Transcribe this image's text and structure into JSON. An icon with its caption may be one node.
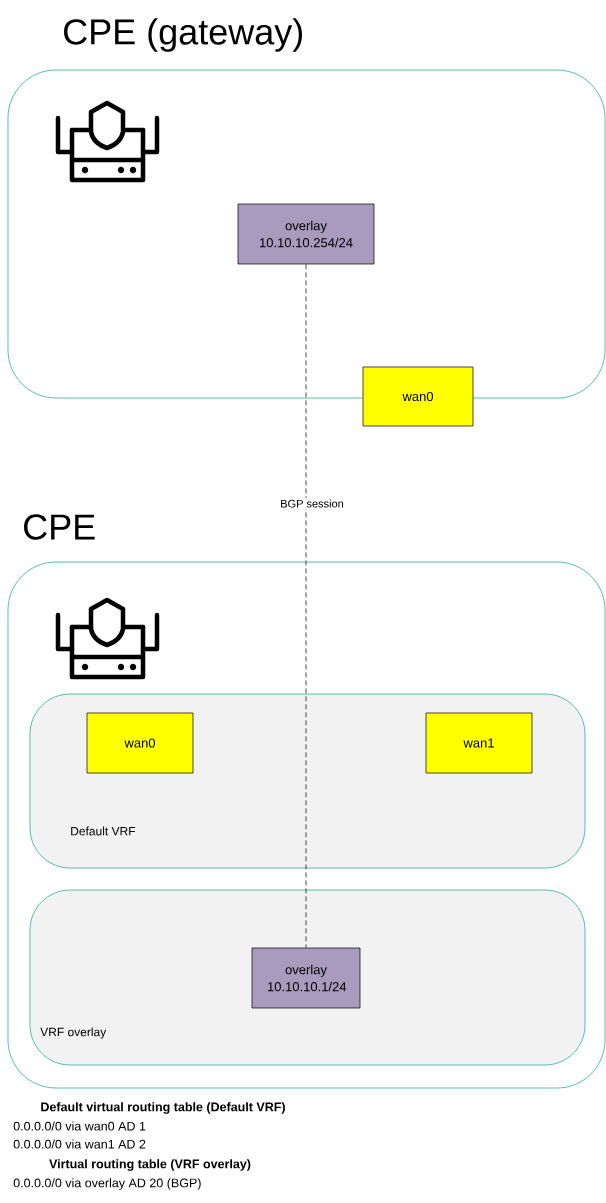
{
  "diagram": {
    "nodes": [
      {
        "text": [
          "CPE (gateway)"
        ]
      },
      {
        "text": [
          "overlay 10.10.10.254/24"
        ],
        "in": 0
      },
      {
        "text": [
          "wan0"
        ]
      },
      {
        "text": [
          "CPE"
        ]
      },
      {
        "text": [
          "Default VRF"
        ],
        "in": 3
      },
      {
        "text": [
          "wan0"
        ],
        "in": 4
      },
      {
        "text": [
          "wan1"
        ],
        "in": 4
      },
      {
        "text": [
          "VRF overlay"
        ],
        "in": 3
      },
      {
        "text": [
          "overlay 10.10.10.1/24"
        ],
        "in": 7
      }
    ],
    "edges": [
      {
        "from": 1,
        "to": 8,
        "arrow": "none",
        "style": "dashed",
        "label": "BGP session"
      }
    ],
    "labels": [
      "Default virtual routing table (Default VRF)",
      "0.0.0.0/0 via wan0 AD 1",
      "0.0.0.0/0 via wan1 AD 2",
      "Virtual routing table (VRF overlay)",
      "0.0.0.0/0 via overlay AD 20 (BGP)"
    ]
  }
}
